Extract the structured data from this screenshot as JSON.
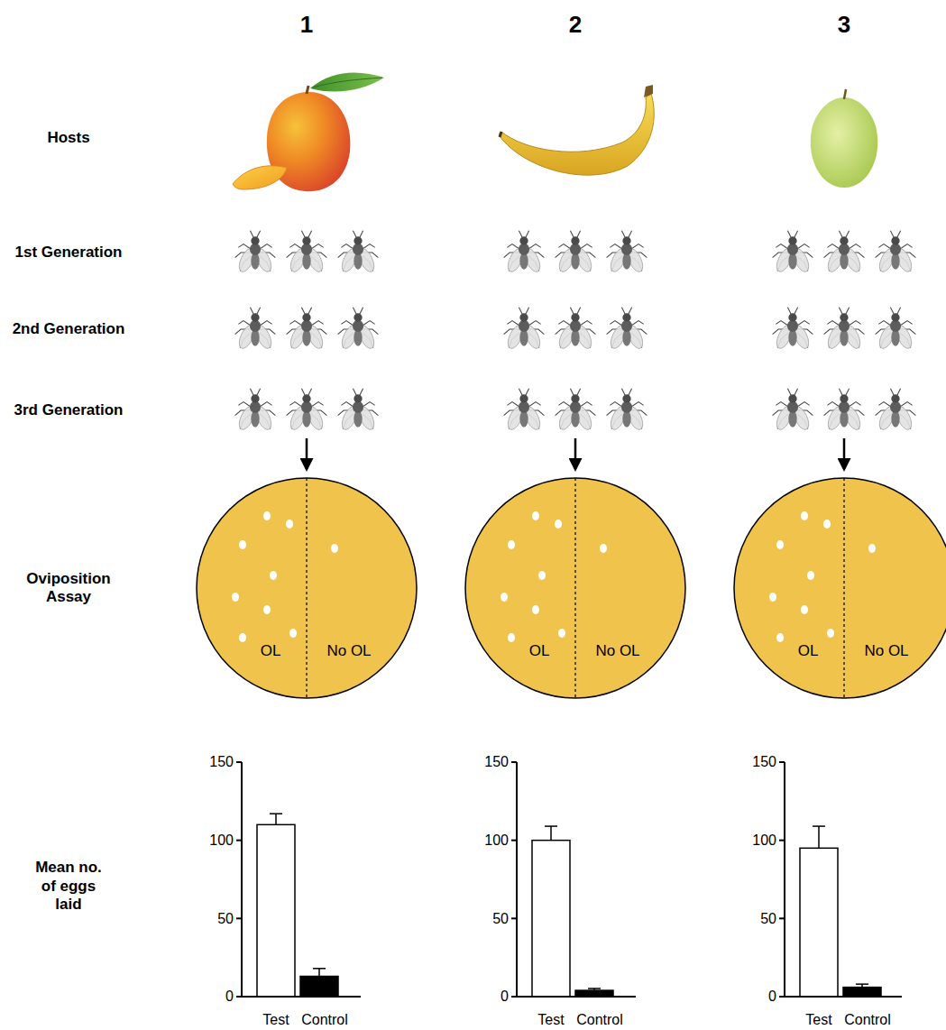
{
  "diagram": {
    "nodes": [
      {
        "text": [
          "OL",
          "No OL"
        ]
      },
      {
        "text": [
          "OL",
          "No OL"
        ]
      },
      {
        "text": [
          "OL",
          "No OL"
        ]
      }
    ],
    "labels": [
      "1",
      "2",
      "3",
      "Hosts",
      "1st Generation",
      "2nd Generation",
      "3rd Generation",
      "Oviposition Assay",
      "Mean no. of eggs laid",
      "150",
      "100",
      "50",
      "0",
      "Test",
      "Control",
      "150",
      "100",
      "50",
      "0",
      "Test",
      "Control",
      "150",
      "100",
      "50",
      "0",
      "Test",
      "Control"
    ]
  }
}
